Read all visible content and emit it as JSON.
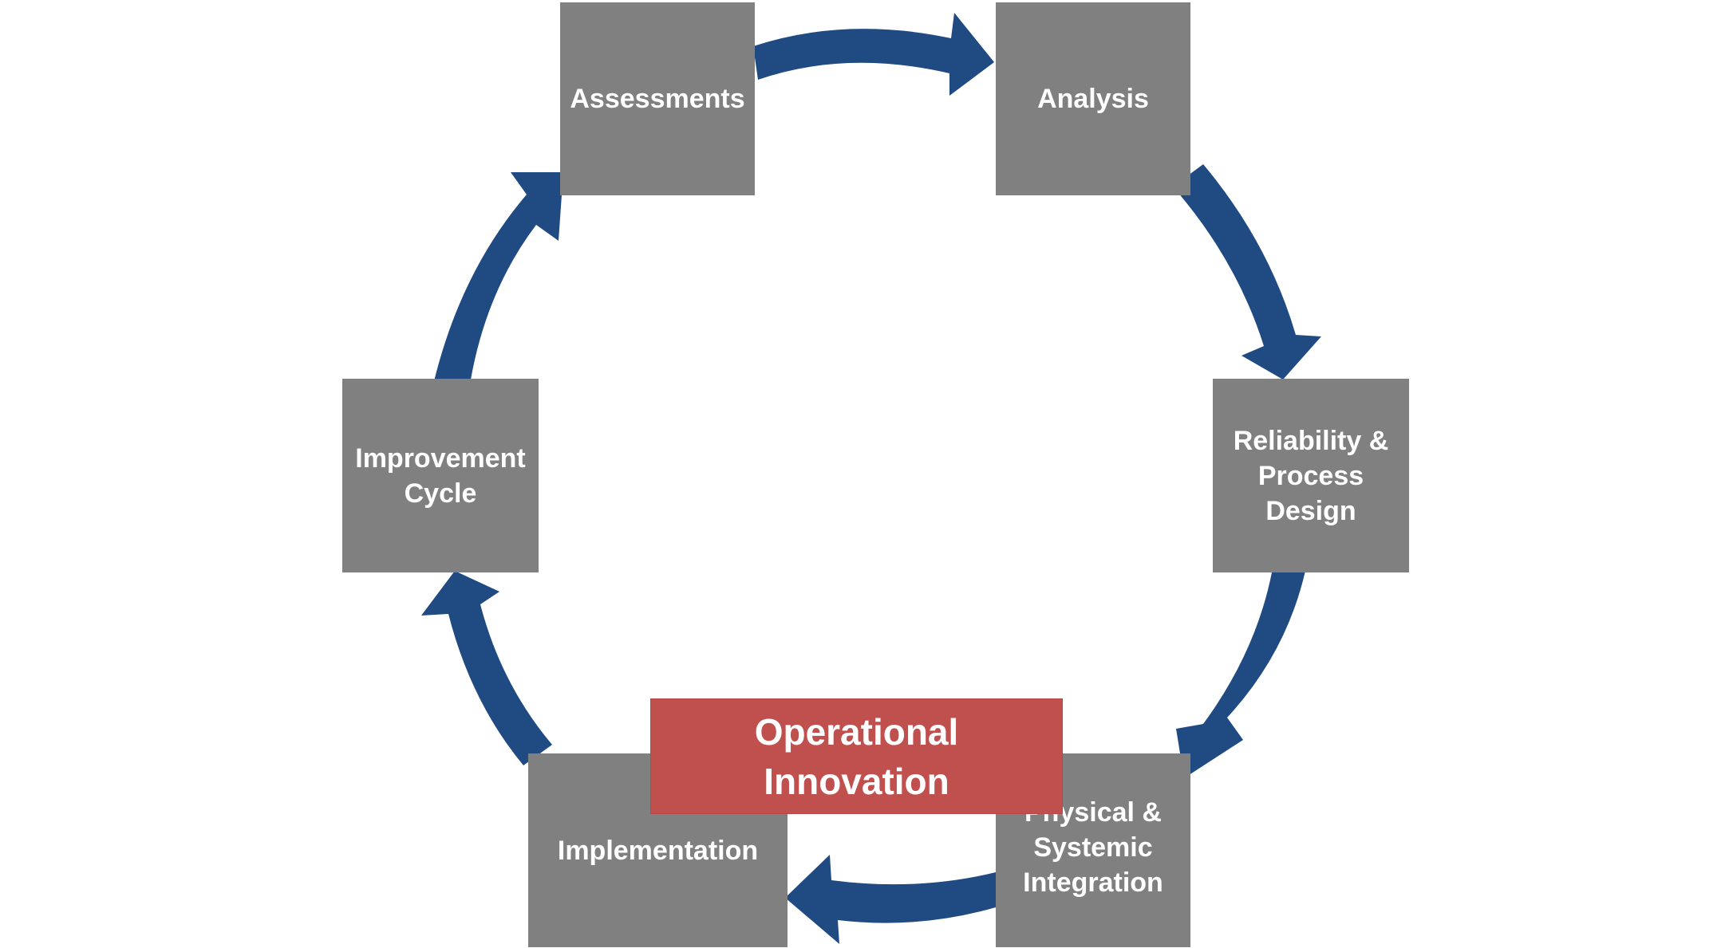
{
  "diagram": {
    "type": "cycle",
    "arrow_color": "#1f4a82",
    "box_color": "#808080",
    "callout_color": "#c0504d",
    "stages": [
      {
        "id": "assessments",
        "label": "Assessments"
      },
      {
        "id": "analysis",
        "label": "Analysis"
      },
      {
        "id": "reliability",
        "label": "Reliability &\nProcess\nDesign"
      },
      {
        "id": "physical",
        "label": "Physical &\nSystemic\nIntegration"
      },
      {
        "id": "implementation",
        "label": "Implementation"
      },
      {
        "id": "improvement",
        "label": "Improvement\nCycle"
      }
    ],
    "callout": {
      "label": "Operational\nInnovation"
    },
    "connections": [
      {
        "from": "assessments",
        "to": "analysis"
      },
      {
        "from": "analysis",
        "to": "reliability"
      },
      {
        "from": "reliability",
        "to": "physical"
      },
      {
        "from": "physical",
        "to": "implementation"
      },
      {
        "from": "implementation",
        "to": "improvement"
      },
      {
        "from": "improvement",
        "to": "assessments"
      }
    ]
  }
}
